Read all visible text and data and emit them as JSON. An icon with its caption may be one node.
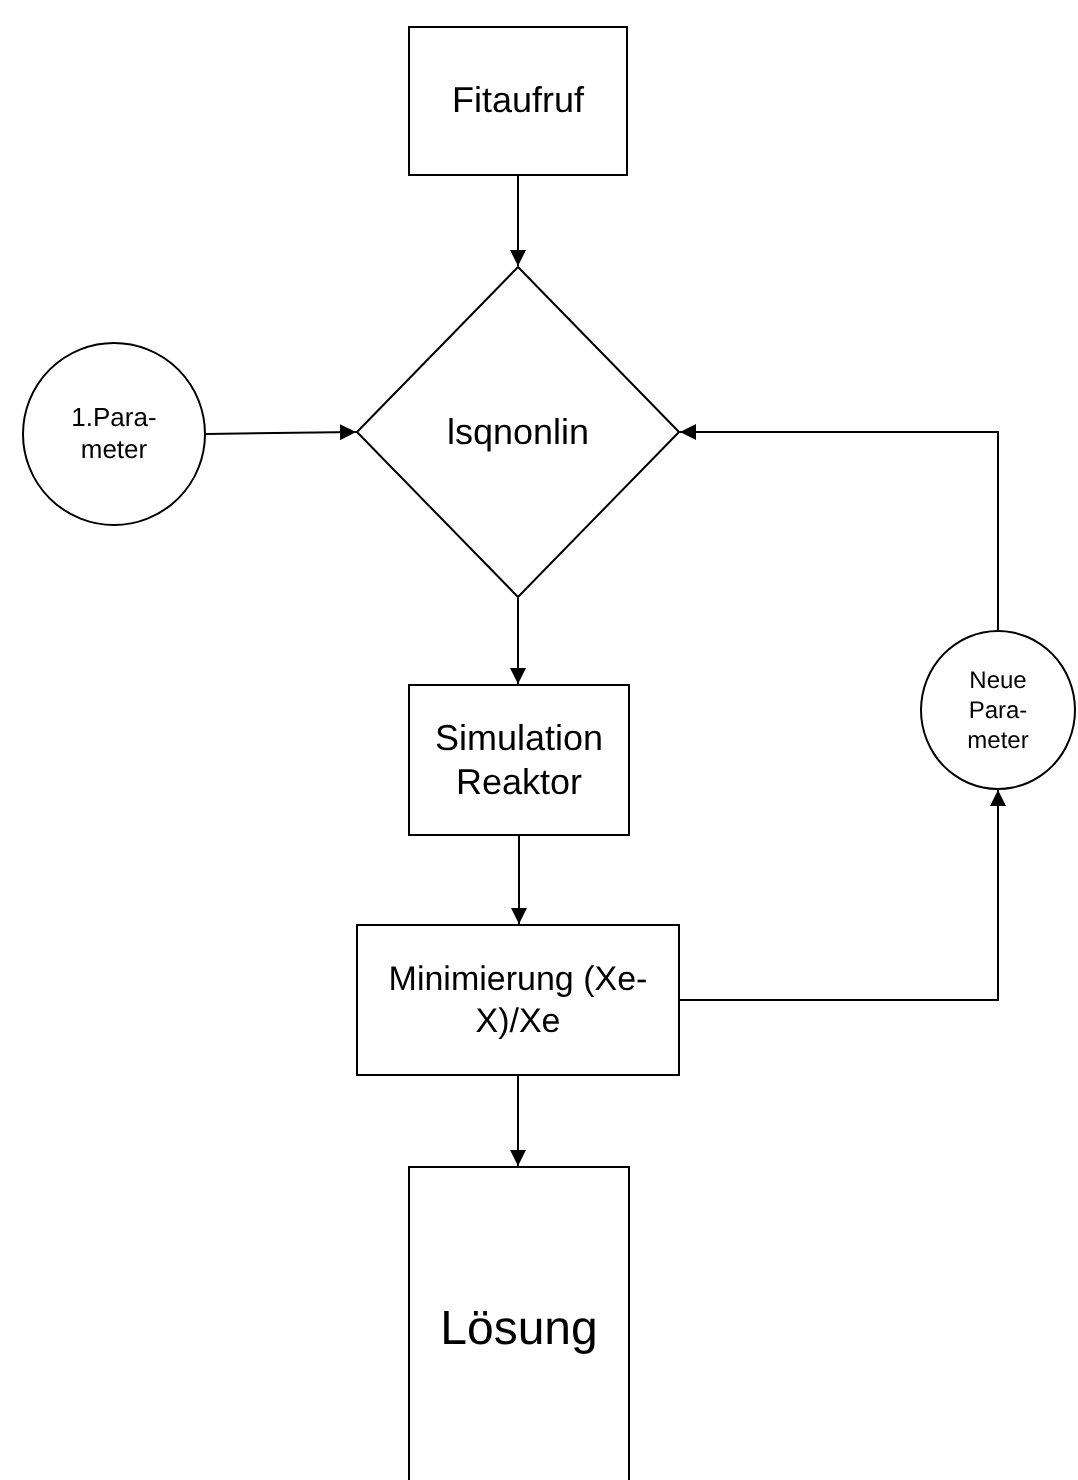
{
  "diagram": {
    "nodes": [
      {
        "text": [
          "Fitaufruf"
        ]
      },
      {
        "text": [
          "lsqnonlin"
        ]
      },
      {
        "text": [
          "1.Para- meter"
        ]
      },
      {
        "text": [
          "Simulation Reaktor"
        ]
      },
      {
        "text": [
          "Minimierung (Xe-X)/Xe"
        ]
      },
      {
        "text": [
          "Neue Para- meter"
        ]
      },
      {
        "text": [
          "Lösung"
        ]
      }
    ],
    "edges": [
      {
        "from": 0,
        "to": 1,
        "arrow": "to"
      },
      {
        "from": 2,
        "to": 1,
        "arrow": "to"
      },
      {
        "from": 1,
        "to": 3,
        "arrow": "to"
      },
      {
        "from": 3,
        "to": 4,
        "arrow": "to"
      },
      {
        "from": 4,
        "to": 5,
        "arrow": "to"
      },
      {
        "from": 5,
        "to": 1,
        "arrow": "to"
      },
      {
        "from": 4,
        "to": 6,
        "arrow": "to"
      }
    ]
  }
}
